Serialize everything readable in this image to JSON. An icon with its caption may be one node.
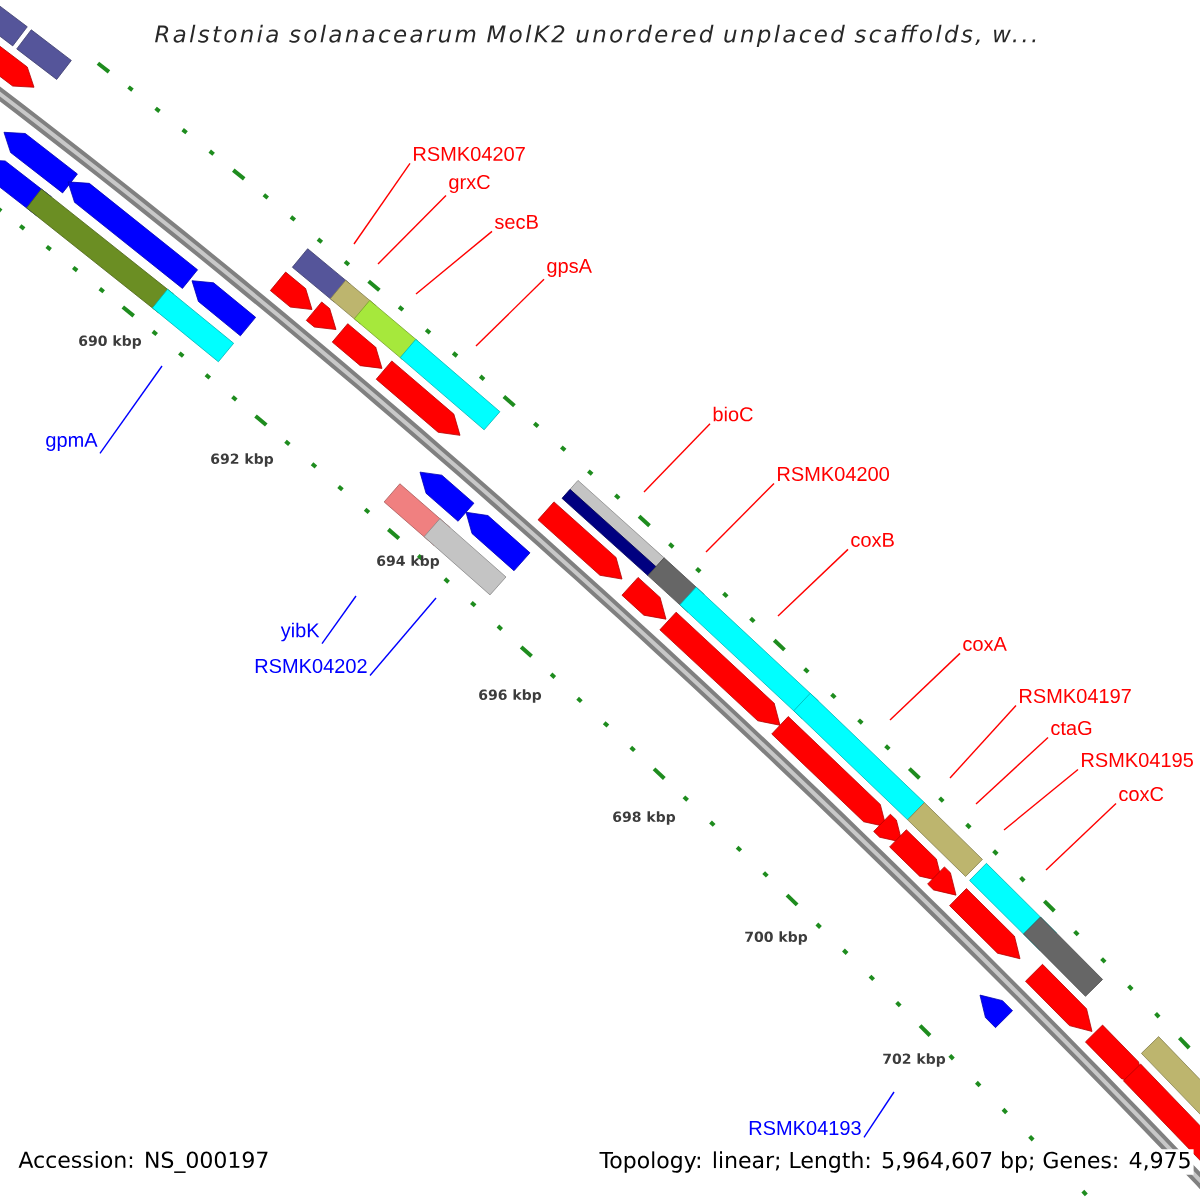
{
  "diagram": {
    "title": "Ralstonia solanacearum MolK2 unordered unplaced scaffolds, w...",
    "nodes": [
      {
        "text": [
          "RSMK04207"
        ]
      },
      {
        "text": [
          "grxC"
        ]
      },
      {
        "text": [
          "secB"
        ]
      },
      {
        "text": [
          "gpsA"
        ]
      },
      {
        "text": [
          "bioC"
        ]
      },
      {
        "text": [
          "gpmA"
        ]
      },
      {
        "text": [
          "RSMK04200"
        ]
      },
      {
        "text": [
          "coxB"
        ]
      },
      {
        "text": [
          "yibK"
        ]
      },
      {
        "text": [
          "coxA"
        ]
      },
      {
        "text": [
          "RSMK04202"
        ]
      },
      {
        "text": [
          "RSMK04197"
        ]
      },
      {
        "text": [
          "ctaG"
        ]
      },
      {
        "text": [
          "RSMK04195"
        ]
      },
      {
        "text": [
          "coxC"
        ]
      },
      {
        "text": [
          "RSMK04193"
        ]
      }
    ],
    "edges": [
      {
        "from": 0,
        "to": null,
        "arrow": "none"
      },
      {
        "from": 1,
        "to": null,
        "arrow": "none"
      },
      {
        "from": 2,
        "to": null,
        "arrow": "none"
      },
      {
        "from": 3,
        "to": null,
        "arrow": "none"
      },
      {
        "from": 4,
        "to": null,
        "arrow": "none"
      },
      {
        "from": 5,
        "to": null,
        "arrow": "none",
        "color": "#0000ff"
      },
      {
        "from": 6,
        "to": null,
        "arrow": "none"
      },
      {
        "from": 7,
        "to": null,
        "arrow": "none"
      },
      {
        "from": 8,
        "to": null,
        "arrow": "none",
        "color": "#0000ff"
      },
      {
        "from": 9,
        "to": null,
        "arrow": "none"
      },
      {
        "from": 10,
        "to": null,
        "arrow": "none",
        "color": "#0000ff"
      },
      {
        "from": 11,
        "to": null,
        "arrow": "none"
      },
      {
        "from": 12,
        "to": null,
        "arrow": "none"
      },
      {
        "from": 13,
        "to": null,
        "arrow": "none"
      },
      {
        "from": 14,
        "to": null,
        "arrow": "none"
      },
      {
        "from": 15,
        "to": null,
        "arrow": "none",
        "color": "#0000ff"
      }
    ],
    "labels": [
      "690 kbp",
      "692 kbp",
      "694 kbp",
      "696 kbp",
      "698 kbp",
      "700 kbp",
      "702 kbp",
      "Accession: NS_000197",
      "Topology: linear; Length: 5,964,607 bp; Genes: 4,975"
    ]
  }
}
